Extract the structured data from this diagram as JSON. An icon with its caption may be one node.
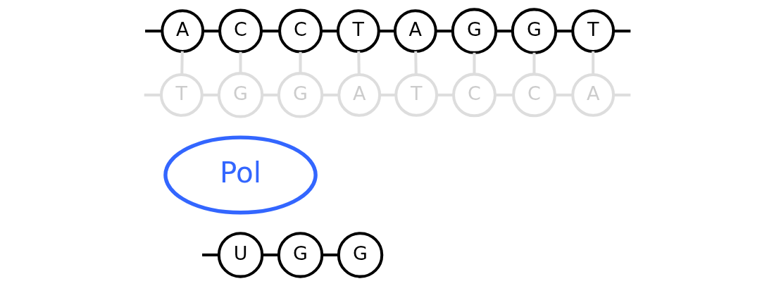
{
  "diagram": {
    "nodes": [
      {
        "text": [
          "A"
        ]
      },
      {
        "text": [
          "C"
        ]
      },
      {
        "text": [
          "C"
        ]
      },
      {
        "text": [
          "T"
        ]
      },
      {
        "text": [
          "A"
        ]
      },
      {
        "text": [
          "G"
        ]
      },
      {
        "text": [
          "G"
        ]
      },
      {
        "text": [
          "T"
        ]
      },
      {
        "text": [
          "T"
        ]
      },
      {
        "text": [
          "G"
        ]
      },
      {
        "text": [
          "G"
        ]
      },
      {
        "text": [
          "A"
        ]
      },
      {
        "text": [
          "T"
        ]
      },
      {
        "text": [
          "C"
        ]
      },
      {
        "text": [
          "C"
        ]
      },
      {
        "text": [
          "A"
        ]
      },
      {
        "text": [
          "Pol"
        ]
      },
      {
        "text": [
          "U"
        ]
      },
      {
        "text": [
          "G"
        ]
      },
      {
        "text": [
          "G"
        ]
      }
    ],
    "edges": [
      {
        "from": null,
        "to": 0,
        "arrow": "none",
        "color": "#000000"
      },
      {
        "from": 0,
        "to": 1,
        "arrow": "none",
        "color": "#000000"
      },
      {
        "from": 1,
        "to": 2,
        "arrow": "none",
        "color": "#000000"
      },
      {
        "from": 2,
        "to": 3,
        "arrow": "none",
        "color": "#000000"
      },
      {
        "from": 3,
        "to": 4,
        "arrow": "none",
        "color": "#000000"
      },
      {
        "from": 4,
        "to": 5,
        "arrow": "none",
        "color": "#000000"
      },
      {
        "from": 5,
        "to": 6,
        "arrow": "none",
        "color": "#000000"
      },
      {
        "from": 6,
        "to": 7,
        "arrow": "none",
        "color": "#000000"
      },
      {
        "from": 7,
        "to": null,
        "arrow": "none",
        "color": "#000000"
      },
      {
        "from": 0,
        "to": 8,
        "arrow": "none",
        "color": "#dddddd"
      },
      {
        "from": 1,
        "to": 9,
        "arrow": "none",
        "color": "#dddddd"
      },
      {
        "from": 2,
        "to": 10,
        "arrow": "none",
        "color": "#dddddd"
      },
      {
        "from": 3,
        "to": 11,
        "arrow": "none",
        "color": "#dddddd"
      },
      {
        "from": 4,
        "to": 12,
        "arrow": "none",
        "color": "#dddddd"
      },
      {
        "from": 5,
        "to": 13,
        "arrow": "none",
        "color": "#dddddd"
      },
      {
        "from": 6,
        "to": 14,
        "arrow": "none",
        "color": "#dddddd"
      },
      {
        "from": 7,
        "to": 15,
        "arrow": "none",
        "color": "#dddddd"
      },
      {
        "from": null,
        "to": 8,
        "arrow": "none",
        "color": "#dddddd"
      },
      {
        "from": 8,
        "to": 9,
        "arrow": "none",
        "color": "#dddddd"
      },
      {
        "from": 9,
        "to": 10,
        "arrow": "none",
        "color": "#dddddd"
      },
      {
        "from": 10,
        "to": 11,
        "arrow": "none",
        "color": "#dddddd"
      },
      {
        "from": 11,
        "to": 12,
        "arrow": "none",
        "color": "#dddddd"
      },
      {
        "from": 12,
        "to": 13,
        "arrow": "none",
        "color": "#dddddd"
      },
      {
        "from": 13,
        "to": 14,
        "arrow": "none",
        "color": "#dddddd"
      },
      {
        "from": 14,
        "to": 15,
        "arrow": "none",
        "color": "#dddddd"
      },
      {
        "from": 15,
        "to": null,
        "arrow": "none",
        "color": "#dddddd"
      },
      {
        "from": null,
        "to": 17,
        "arrow": "none",
        "color": "#000000"
      },
      {
        "from": 17,
        "to": 18,
        "arrow": "none",
        "color": "#000000"
      },
      {
        "from": 18,
        "to": 19,
        "arrow": "none",
        "color": "#000000"
      }
    ]
  }
}
